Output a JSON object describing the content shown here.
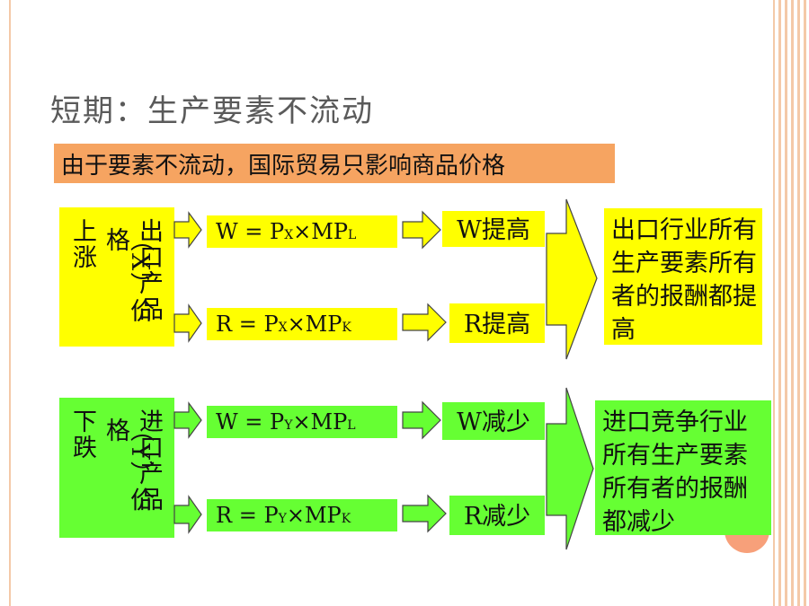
{
  "title": "短期：生产要素不流动",
  "banner": "由于要素不流动，国际贸易只影响商品价格",
  "colors": {
    "positive": "#ffff00",
    "negative": "#66ff33",
    "banner": "#f6a461",
    "accent": "#f4c9a8"
  },
  "top": {
    "product_col1": "出口产品",
    "product_col2": "（X）价格",
    "direction": "上涨",
    "formula_w": {
      "lead": "W = P",
      "sub1": "X",
      "mid": "×MP",
      "sub2": "L"
    },
    "formula_r": {
      "lead": "R = P",
      "sub1": "X",
      "mid": "×MP",
      "sub2": "K"
    },
    "result_w": "W提高",
    "result_r": "R提高",
    "outcome": "出口行业所有生产要素所有者的报酬都提高"
  },
  "bottom": {
    "product_col1": "进口产品",
    "product_col2": "（Y）价格",
    "direction": "下跌",
    "formula_w": {
      "lead": "W = P",
      "sub1": "Y",
      "mid": "×MP",
      "sub2": "L"
    },
    "formula_r": {
      "lead": "R = P",
      "sub1": "Y",
      "mid": "×MP",
      "sub2": "K"
    },
    "result_w": "W减少",
    "result_r": "R减少",
    "outcome": "进口竞争行业所有生产要素所有者的报酬都减少"
  }
}
